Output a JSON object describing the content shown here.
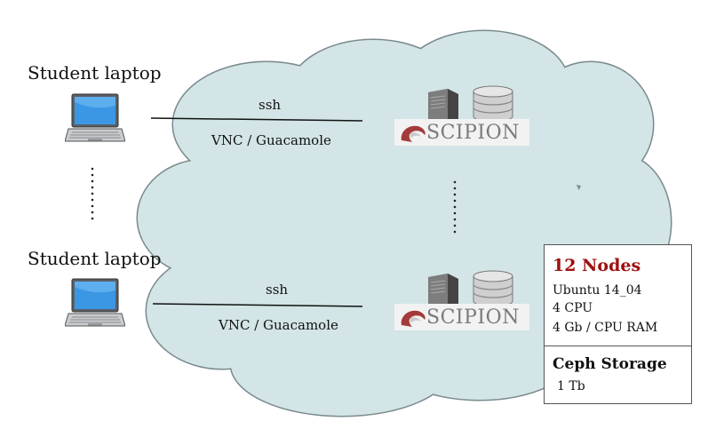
{
  "clients": [
    {
      "label": "Student laptop"
    },
    {
      "label": "Student laptop"
    }
  ],
  "connections": [
    {
      "top_label": "ssh",
      "bottom_label": "VNC / Guacamole"
    },
    {
      "top_label": "ssh",
      "bottom_label": "VNC / Guacamole"
    }
  ],
  "nodes": [
    {
      "brand": "SCIPION"
    },
    {
      "brand": "SCIPION"
    }
  ],
  "info": {
    "nodes_title": "12 Nodes",
    "specs": [
      "Ubuntu 14_04",
      "4 CPU",
      "4 Gb / CPU RAM"
    ],
    "storage_title": "Ceph Storage",
    "storage_size": "1 Tb"
  },
  "colors": {
    "cloud_fill": "#d3e5e6",
    "cloud_stroke": "#7a8a8e",
    "accent": "#a01010"
  },
  "icons": [
    "laptop-icon",
    "server-icon",
    "database-icon",
    "scipion-logo-icon"
  ]
}
